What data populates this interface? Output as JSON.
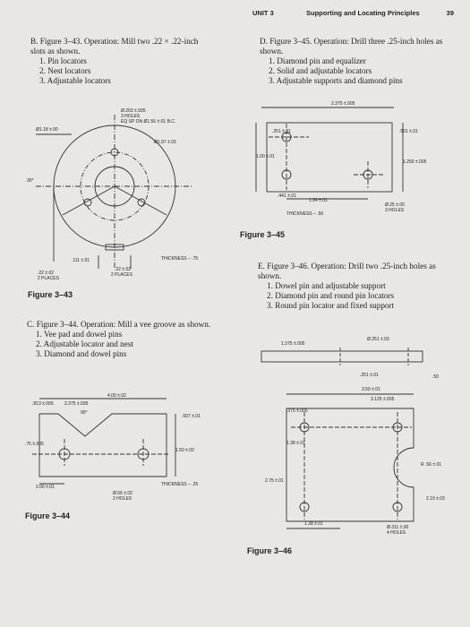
{
  "header": {
    "unit": "UNIT 3",
    "chapter": "Supporting and Locating Principles",
    "page_number": "39"
  },
  "problems": {
    "B": {
      "text": "B. Figure 3–43. Operation: Mill two .22 × .22-inch slots as shown.",
      "items": [
        "1. Pin locators",
        "2. Nest locators",
        "3. Adjustable locators"
      ]
    },
    "C": {
      "text": "C. Figure 3–44. Operation: Mill a vee groove as shown.",
      "items": [
        "1. Vee pad and dowel pins",
        "2. Adjustable locator and nest",
        "3. Diamond and dowel pins"
      ]
    },
    "D": {
      "text": "D. Figure 3–45. Operation: Drill three .25-inch holes as shown.",
      "items": [
        "1. Diamond pin and equalizer",
        "2. Solid and adjustable locators",
        "3. Adjustable supports and diamond pins"
      ]
    },
    "E": {
      "text": "E. Figure 3–46. Operation: Drill two .25-inch holes as shown.",
      "items": [
        "1. Dowel pin and adjustable support",
        "2. Diamond pin and round pin locators",
        "3. Round pin locator and fixed support"
      ]
    }
  },
  "figures": {
    "f43": {
      "caption": "Figure 3–43",
      "labels": {
        "holes": "Ø.203 ±.005",
        "holes2": "3 HOLES",
        "bc": "EQ SP ON Ø1.56 ±.01 B.C.",
        "od": "Ø1.18 ±.00",
        "id": "Ø1.97 ±.03",
        "ang": "30°",
        "w1": ".111 ±.01",
        "slot1": ".22 ±.02",
        "slot1b": "2 PLACES",
        "slot2": ".22 ±.02",
        "slot2b": "2 PLACES",
        "thk": "THICKNESS – .75"
      }
    },
    "f44": {
      "caption": "Figure 3–44",
      "labels": {
        "w": "4.00 ±.02",
        "a": ".813 ±.005",
        "b": "2.375 ±.005",
        "ang": "90°",
        "c": ".697 ±.01",
        "h": ".75 ±.005",
        "d": "1.50 ±.02",
        "e": "2.00 ±.01",
        "holes": "Ø.56 ±.02",
        "holes2": "2 HOLES",
        "thk": "THICKNESS – .25"
      }
    },
    "f45": {
      "caption": "Figure 3–45",
      "labels": {
        "top": "2.375 ±.005",
        "a": ".251 ±.01",
        "r": ".501 ±.01",
        "h1": "1.00 ±.01",
        "h2": "1.250 ±.005",
        "b": ".441 ±.01",
        "c": "1.94 ±.01",
        "holes": "Ø.25 ±.00",
        "holes2": "3 HOLES",
        "thk": "THICKNESS – .50"
      }
    },
    "f46": {
      "caption": "Figure 3–46",
      "labels": {
        "side_w": "1.375 ±.005",
        "side_d": "Ø.251 ±.03",
        "side_s": ".251 ±.01",
        "side_t": ".50",
        "w": "3.50 ±.01",
        "w2": "3.125 ±.005",
        "a": ".375 ±.005",
        "b": "1.38 ±.01",
        "c": "2.75 ±.01",
        "r": "R .56 ±.01",
        "d": "2.19 ±.03",
        "e": "1.38 ±.01",
        "holes": "Ø.311 ±.00",
        "holes2": "4 HOLES"
      }
    }
  }
}
